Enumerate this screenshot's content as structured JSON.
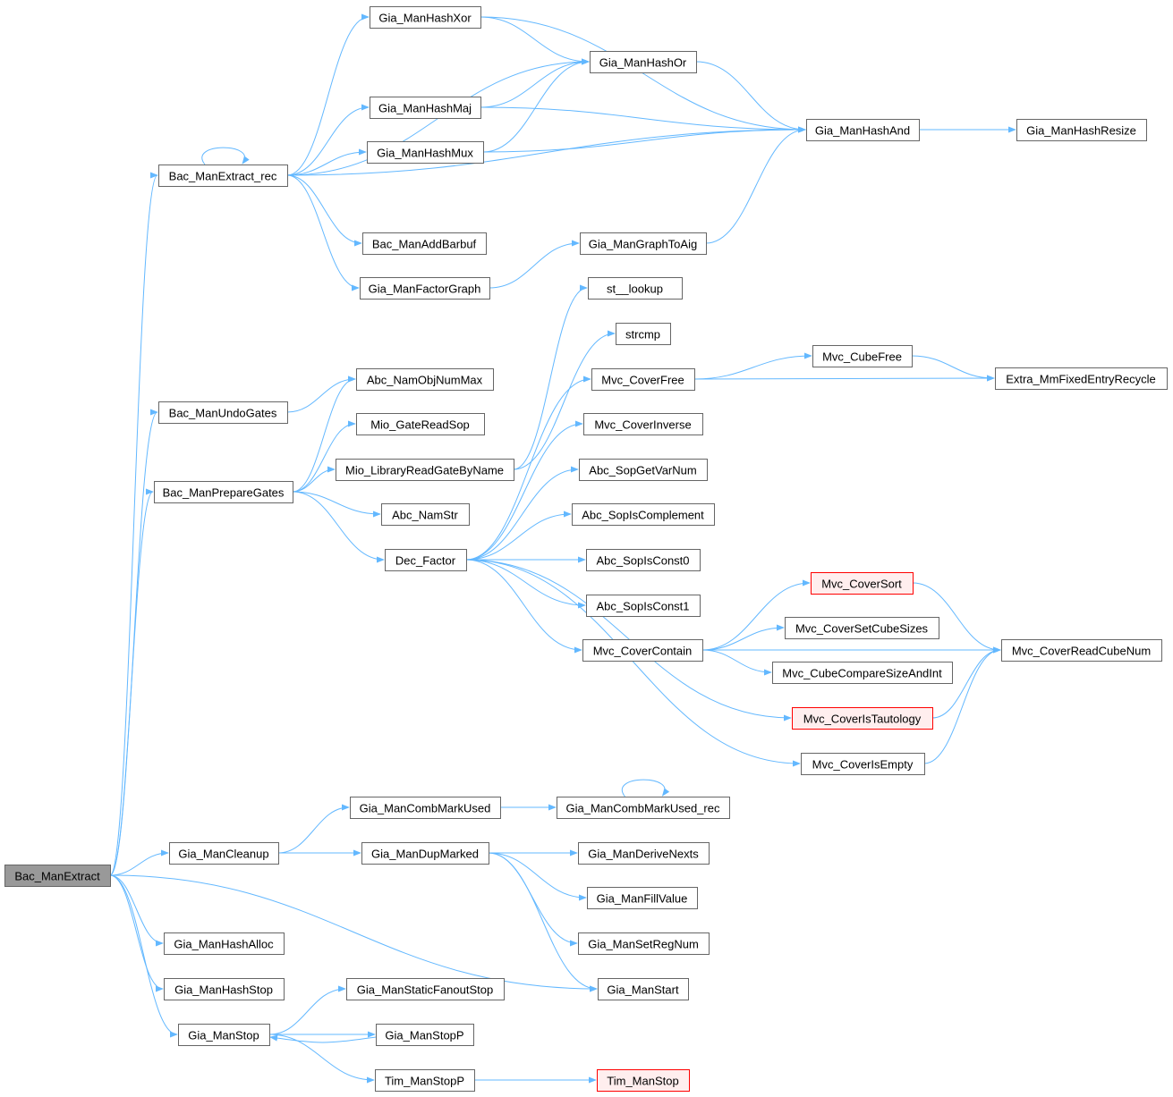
{
  "title": "Bac_ManExtract call graph",
  "colors": {
    "edge": "#63b8ff",
    "root_fill": "#999999",
    "truncated_border": "#ff0000",
    "truncated_fill": "#ffeeee"
  },
  "nodes": {
    "Bac_ManExtract": {
      "label": "Bac_ManExtract",
      "kind": "root"
    },
    "Bac_ManExtract_rec": {
      "label": "Bac_ManExtract_rec"
    },
    "Bac_ManUndoGates": {
      "label": "Bac_ManUndoGates"
    },
    "Bac_ManPrepareGates": {
      "label": "Bac_ManPrepareGates"
    },
    "Gia_ManCleanup": {
      "label": "Gia_ManCleanup"
    },
    "Gia_ManHashAlloc": {
      "label": "Gia_ManHashAlloc"
    },
    "Gia_ManHashStop": {
      "label": "Gia_ManHashStop"
    },
    "Gia_ManStop": {
      "label": "Gia_ManStop"
    },
    "Gia_ManHashXor": {
      "label": "Gia_ManHashXor"
    },
    "Gia_ManHashMaj": {
      "label": "Gia_ManHashMaj"
    },
    "Gia_ManHashMux": {
      "label": "Gia_ManHashMux"
    },
    "Bac_ManAddBarbuf": {
      "label": "Bac_ManAddBarbuf"
    },
    "Gia_ManFactorGraph": {
      "label": "Gia_ManFactorGraph"
    },
    "Abc_NamObjNumMax": {
      "label": "Abc_NamObjNumMax"
    },
    "Mio_GateReadSop": {
      "label": "Mio_GateReadSop"
    },
    "Mio_LibraryReadGateByName": {
      "label": "Mio_LibraryReadGateByName"
    },
    "Abc_NamStr": {
      "label": "Abc_NamStr"
    },
    "Dec_Factor": {
      "label": "Dec_Factor"
    },
    "Gia_ManCombMarkUsed": {
      "label": "Gia_ManCombMarkUsed"
    },
    "Gia_ManDupMarked": {
      "label": "Gia_ManDupMarked"
    },
    "Gia_ManStaticFanoutStop": {
      "label": "Gia_ManStaticFanoutStop"
    },
    "Gia_ManStopP": {
      "label": "Gia_ManStopP"
    },
    "Tim_ManStopP": {
      "label": "Tim_ManStopP"
    },
    "Gia_ManHashOr": {
      "label": "Gia_ManHashOr"
    },
    "Gia_ManGraphToAig": {
      "label": "Gia_ManGraphToAig"
    },
    "st__lookup": {
      "label": "st__lookup"
    },
    "strcmp": {
      "label": "strcmp"
    },
    "Mvc_CoverFree": {
      "label": "Mvc_CoverFree"
    },
    "Mvc_CoverInverse": {
      "label": "Mvc_CoverInverse"
    },
    "Abc_SopGetVarNum": {
      "label": "Abc_SopGetVarNum"
    },
    "Abc_SopIsComplement": {
      "label": "Abc_SopIsComplement"
    },
    "Abc_SopIsConst0": {
      "label": "Abc_SopIsConst0"
    },
    "Abc_SopIsConst1": {
      "label": "Abc_SopIsConst1"
    },
    "Mvc_CoverContain": {
      "label": "Mvc_CoverContain"
    },
    "Gia_ManCombMarkUsed_rec": {
      "label": "Gia_ManCombMarkUsed_rec"
    },
    "Gia_ManDeriveNexts": {
      "label": "Gia_ManDeriveNexts"
    },
    "Gia_ManFillValue": {
      "label": "Gia_ManFillValue"
    },
    "Gia_ManSetRegNum": {
      "label": "Gia_ManSetRegNum"
    },
    "Gia_ManStart": {
      "label": "Gia_ManStart"
    },
    "Tim_ManStop": {
      "label": "Tim_ManStop",
      "kind": "truncated"
    },
    "Gia_ManHashAnd": {
      "label": "Gia_ManHashAnd"
    },
    "Mvc_CubeFree": {
      "label": "Mvc_CubeFree"
    },
    "Mvc_CoverSort": {
      "label": "Mvc_CoverSort",
      "kind": "truncated"
    },
    "Mvc_CoverSetCubeSizes": {
      "label": "Mvc_CoverSetCubeSizes"
    },
    "Mvc_CubeCompareSizeAndInt": {
      "label": "Mvc_CubeCompareSizeAndInt"
    },
    "Mvc_CoverIsTautology": {
      "label": "Mvc_CoverIsTautology",
      "kind": "truncated"
    },
    "Mvc_CoverIsEmpty": {
      "label": "Mvc_CoverIsEmpty"
    },
    "Gia_ManHashResize": {
      "label": "Gia_ManHashResize"
    },
    "Extra_MmFixedEntryRecycle": {
      "label": "Extra_MmFixedEntryRecycle"
    },
    "Mvc_CoverReadCubeNum": {
      "label": "Mvc_CoverReadCubeNum"
    }
  },
  "edges": [
    [
      "Bac_ManExtract",
      "Bac_ManExtract_rec"
    ],
    [
      "Bac_ManExtract",
      "Bac_ManUndoGates"
    ],
    [
      "Bac_ManExtract",
      "Bac_ManPrepareGates"
    ],
    [
      "Bac_ManExtract",
      "Gia_ManCleanup"
    ],
    [
      "Bac_ManExtract",
      "Gia_ManHashAlloc"
    ],
    [
      "Bac_ManExtract",
      "Gia_ManHashStop"
    ],
    [
      "Bac_ManExtract",
      "Gia_ManStop"
    ],
    [
      "Bac_ManExtract",
      "Gia_ManStart"
    ],
    [
      "Bac_ManExtract_rec",
      "Bac_ManExtract_rec"
    ],
    [
      "Bac_ManExtract_rec",
      "Gia_ManHashXor"
    ],
    [
      "Bac_ManExtract_rec",
      "Gia_ManHashOr"
    ],
    [
      "Bac_ManExtract_rec",
      "Gia_ManHashMaj"
    ],
    [
      "Bac_ManExtract_rec",
      "Gia_ManHashMux"
    ],
    [
      "Bac_ManExtract_rec",
      "Gia_ManHashAnd"
    ],
    [
      "Bac_ManExtract_rec",
      "Bac_ManAddBarbuf"
    ],
    [
      "Bac_ManExtract_rec",
      "Gia_ManFactorGraph"
    ],
    [
      "Gia_ManHashXor",
      "Gia_ManHashOr"
    ],
    [
      "Gia_ManHashXor",
      "Gia_ManHashAnd"
    ],
    [
      "Gia_ManHashMaj",
      "Gia_ManHashOr"
    ],
    [
      "Gia_ManHashMaj",
      "Gia_ManHashAnd"
    ],
    [
      "Gia_ManHashMux",
      "Gia_ManHashOr"
    ],
    [
      "Gia_ManHashMux",
      "Gia_ManHashAnd"
    ],
    [
      "Gia_ManHashOr",
      "Gia_ManHashAnd"
    ],
    [
      "Gia_ManHashAnd",
      "Gia_ManHashResize"
    ],
    [
      "Gia_ManFactorGraph",
      "Gia_ManGraphToAig"
    ],
    [
      "Gia_ManGraphToAig",
      "Gia_ManHashAnd"
    ],
    [
      "Bac_ManUndoGates",
      "Abc_NamObjNumMax"
    ],
    [
      "Bac_ManPrepareGates",
      "Abc_NamObjNumMax"
    ],
    [
      "Bac_ManPrepareGates",
      "Mio_GateReadSop"
    ],
    [
      "Bac_ManPrepareGates",
      "Mio_LibraryReadGateByName"
    ],
    [
      "Bac_ManPrepareGates",
      "Abc_NamStr"
    ],
    [
      "Bac_ManPrepareGates",
      "Dec_Factor"
    ],
    [
      "Mio_LibraryReadGateByName",
      "st__lookup"
    ],
    [
      "Mio_LibraryReadGateByName",
      "strcmp"
    ],
    [
      "Dec_Factor",
      "Mvc_CoverFree"
    ],
    [
      "Dec_Factor",
      "Mvc_CoverInverse"
    ],
    [
      "Dec_Factor",
      "Abc_SopGetVarNum"
    ],
    [
      "Dec_Factor",
      "Abc_SopIsComplement"
    ],
    [
      "Dec_Factor",
      "Abc_SopIsConst0"
    ],
    [
      "Dec_Factor",
      "Abc_SopIsConst1"
    ],
    [
      "Dec_Factor",
      "Mvc_CoverContain"
    ],
    [
      "Dec_Factor",
      "Mvc_CoverIsTautology"
    ],
    [
      "Dec_Factor",
      "Mvc_CoverIsEmpty"
    ],
    [
      "Mvc_CoverFree",
      "Mvc_CubeFree"
    ],
    [
      "Mvc_CoverFree",
      "Extra_MmFixedEntryRecycle"
    ],
    [
      "Mvc_CubeFree",
      "Extra_MmFixedEntryRecycle"
    ],
    [
      "Mvc_CoverContain",
      "Mvc_CoverSort"
    ],
    [
      "Mvc_CoverContain",
      "Mvc_CoverSetCubeSizes"
    ],
    [
      "Mvc_CoverContain",
      "Mvc_CubeCompareSizeAndInt"
    ],
    [
      "Mvc_CoverContain",
      "Mvc_CoverReadCubeNum"
    ],
    [
      "Mvc_CoverSort",
      "Mvc_CoverReadCubeNum"
    ],
    [
      "Mvc_CoverIsTautology",
      "Mvc_CoverReadCubeNum"
    ],
    [
      "Mvc_CoverIsEmpty",
      "Mvc_CoverReadCubeNum"
    ],
    [
      "Gia_ManCleanup",
      "Gia_ManCombMarkUsed"
    ],
    [
      "Gia_ManCleanup",
      "Gia_ManDupMarked"
    ],
    [
      "Gia_ManCombMarkUsed",
      "Gia_ManCombMarkUsed_rec"
    ],
    [
      "Gia_ManCombMarkUsed_rec",
      "Gia_ManCombMarkUsed_rec"
    ],
    [
      "Gia_ManDupMarked",
      "Gia_ManDeriveNexts"
    ],
    [
      "Gia_ManDupMarked",
      "Gia_ManFillValue"
    ],
    [
      "Gia_ManDupMarked",
      "Gia_ManSetRegNum"
    ],
    [
      "Gia_ManDupMarked",
      "Gia_ManStart"
    ],
    [
      "Gia_ManStop",
      "Gia_ManStaticFanoutStop"
    ],
    [
      "Gia_ManStop",
      "Gia_ManStopP"
    ],
    [
      "Gia_ManStop",
      "Tim_ManStopP"
    ],
    [
      "Gia_ManStopP",
      "Gia_ManStop"
    ],
    [
      "Tim_ManStopP",
      "Tim_ManStop"
    ]
  ]
}
